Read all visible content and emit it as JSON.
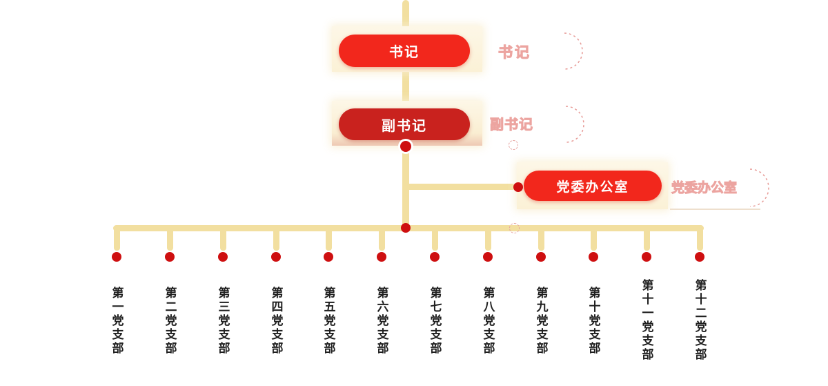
{
  "org": {
    "secretary": {
      "label": "书记"
    },
    "deputy": {
      "label": "副书记"
    },
    "office": {
      "label": "党委办公室"
    },
    "ghosts": {
      "secretary": "书记",
      "deputy": "副书记",
      "office": "党委办公室"
    },
    "branches": [
      {
        "label": "第一党支部"
      },
      {
        "label": "第二党支部"
      },
      {
        "label": "第三党支部"
      },
      {
        "label": "第四党支部"
      },
      {
        "label": "第五党支部"
      },
      {
        "label": "第六党支部"
      },
      {
        "label": "第七党支部"
      },
      {
        "label": "第八党支部"
      },
      {
        "label": "第九党支部"
      },
      {
        "label": "第十党支部"
      },
      {
        "label": "第十一党支部"
      },
      {
        "label": "第十二党支部"
      }
    ],
    "hierarchy_note": "书记 > 副书记 > (党委办公室 side branch) > 12 party branches",
    "colors": {
      "node_red_bright": "#f2271c",
      "node_red_dark": "#c9221e",
      "connector_gold": "#f2dfa0",
      "dot_red": "#ce0f10",
      "halo_cream": "#fcf4dd",
      "branch_label_dark": "#1f1f1f",
      "ghost_pink": "#eca4a0"
    }
  }
}
